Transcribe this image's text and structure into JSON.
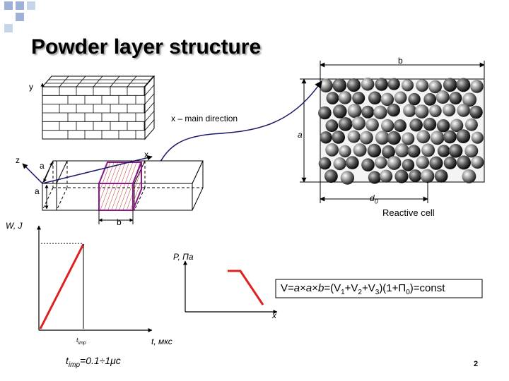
{
  "slide": {
    "title": "Powder layer structure",
    "page_number": "2"
  },
  "cell_diagram": {
    "label_b_top": "b",
    "label_a_side": "a",
    "label_d0": "d",
    "label_d0_sub": "0",
    "caption": "Reactive cell"
  },
  "brick_diagram": {
    "axis_y": "y",
    "axis_x_text": "x – main direction",
    "axis_z": "z",
    "axis_x": "x",
    "label_a_upper": "a",
    "label_a_left": "a",
    "label_b": "b"
  },
  "impulse_graph": {
    "ylabel": "W, J",
    "t_imp_label": "t",
    "t_imp_sub": "imp",
    "xlabel": "t, мкс",
    "duration": "t",
    "duration_sub": "imp",
    "duration_value": "=0.1÷1μс"
  },
  "pressure_graph": {
    "ylabel": "P, Па",
    "xlabel": "x"
  },
  "formula": {
    "lhs": "V=",
    "a1": "a",
    "x1": "×",
    "a2": "a",
    "x2": "×",
    "b": "b",
    "rest1": "=(V",
    "s1": "1",
    "p1": "+V",
    "s2": "2",
    "p2": "+V",
    "s3": "3",
    "rest2": ")(1+П",
    "s0": "0",
    "rest3": ")=const"
  },
  "colors": {
    "impulse_line": "#e02020",
    "pressure_line": "#e02020",
    "cell_hatch": "#c03030",
    "cell_outline": "#8a1a8a",
    "axis_arrow": "#1a1a6a",
    "deco_square": "#9db2d6"
  }
}
